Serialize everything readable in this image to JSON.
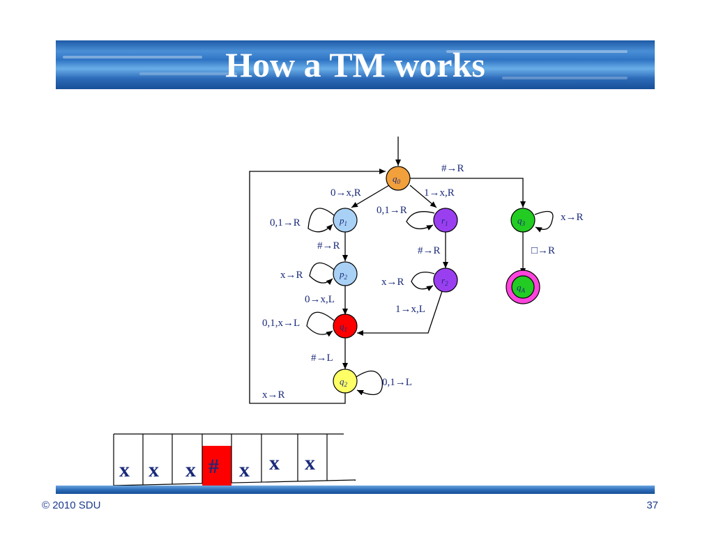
{
  "slide": {
    "title": "How a TM works",
    "footer_left": "© 2010 SDU",
    "page_number": "37"
  },
  "states": {
    "q0": {
      "name": "q",
      "sub": "0",
      "color": "#f2a03c"
    },
    "p1": {
      "name": "p",
      "sub": "1",
      "color": "#a9d1f5"
    },
    "p2": {
      "name": "p",
      "sub": "2",
      "color": "#a9d1f5"
    },
    "q1": {
      "name": "q",
      "sub": "1",
      "color": "#ff0000"
    },
    "q2": {
      "name": "q",
      "sub": "2",
      "color": "#ffff66"
    },
    "r1": {
      "name": "r",
      "sub": "1",
      "color": "#9a3ff0"
    },
    "r2": {
      "name": "r",
      "sub": "2",
      "color": "#9a3ff0"
    },
    "q3": {
      "name": "q",
      "sub": "3",
      "color": "#22cc22"
    },
    "qA": {
      "name": "q",
      "sub": "A",
      "color": "#22cc22",
      "ring_color": "#ff44dd"
    }
  },
  "transitions": {
    "q0_q3": "#→R",
    "q0_p1": "0→x,R",
    "q0_r1": "1→x,R",
    "p1_loop": "0,1→R",
    "r1_loop": "0,1→R",
    "q3_loop": "x→R",
    "q3_qA": "□→R",
    "p1_p2": "#→R",
    "r1_r2": "#→R",
    "p2_loop": "x→R",
    "r2_loop": "x→R",
    "p2_q1": "0→x,L",
    "r2_q1": "1→x,L",
    "q1_loop": "0,1,x→L",
    "q1_q2": "#→L",
    "q2_loop": "0,1→L",
    "q2_q0": "x→R"
  },
  "tape": {
    "cells": [
      "x",
      "x",
      "x",
      "#",
      "x",
      "x",
      "x"
    ],
    "head_index": 3,
    "head_color": "#ff0000"
  }
}
